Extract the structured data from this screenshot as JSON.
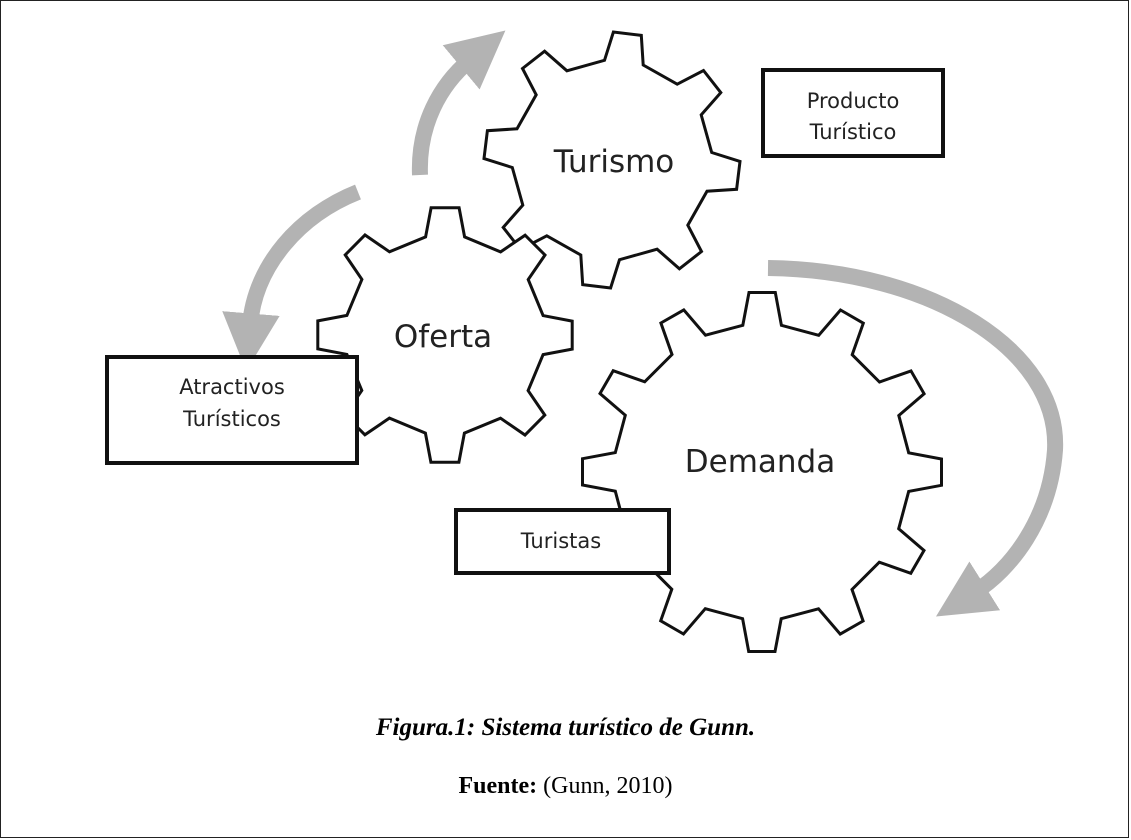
{
  "gears": {
    "turismo": "Turismo",
    "oferta": "Oferta",
    "demanda": "Demanda"
  },
  "boxes": {
    "producto_line1": "Producto",
    "producto_line2": "Turístico",
    "atractivos_line1": "Atractivos",
    "atractivos_line2": "Turísticos",
    "turistas": "Turistas"
  },
  "caption": {
    "title": "Figura.1: Sistema turístico de Gunn.",
    "source_label": "Fuente:",
    "source_text": " (Gunn, 2010)"
  },
  "colors": {
    "gear_stroke": "#111111",
    "arrow": "#b3b3b3",
    "text": "#222222"
  }
}
